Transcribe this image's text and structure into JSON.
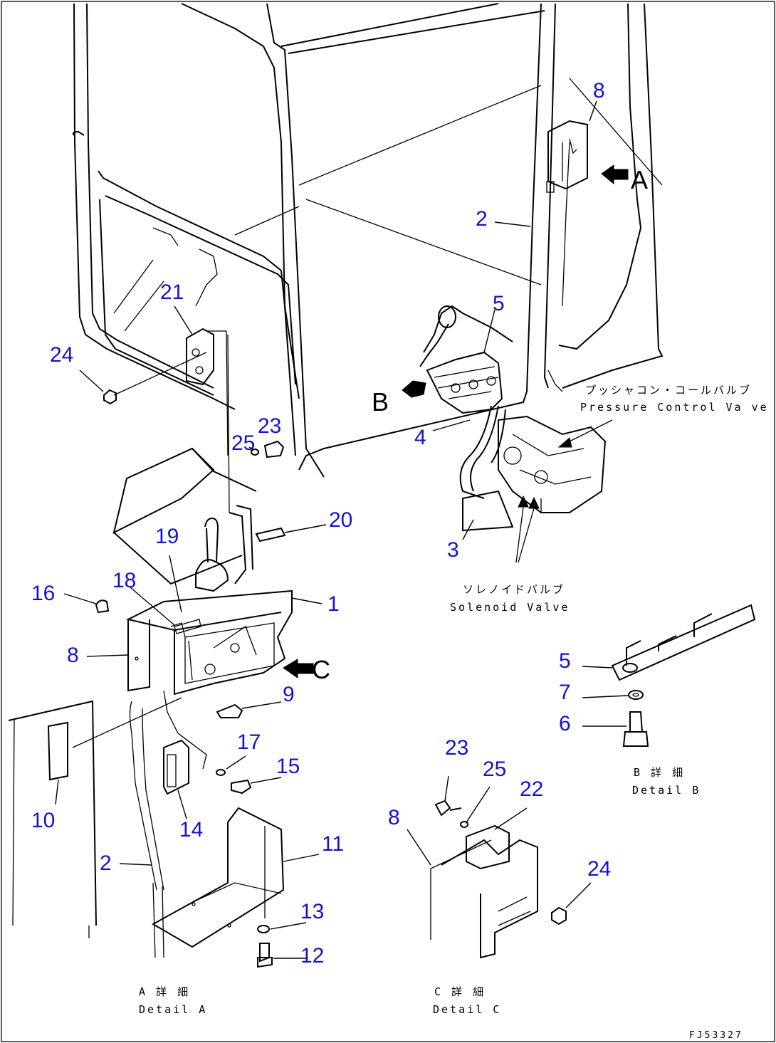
{
  "diagram": {
    "callouts": [
      {
        "id": "c8-top",
        "label": "8"
      },
      {
        "id": "c2-top",
        "label": "2"
      },
      {
        "id": "c5-top",
        "label": "5"
      },
      {
        "id": "c21",
        "label": "21"
      },
      {
        "id": "c24-left",
        "label": "24"
      },
      {
        "id": "c25-top",
        "label": "25"
      },
      {
        "id": "c23-top",
        "label": "23"
      },
      {
        "id": "c4",
        "label": "4"
      },
      {
        "id": "c20",
        "label": "20"
      },
      {
        "id": "c3",
        "label": "3"
      },
      {
        "id": "c19",
        "label": "19"
      },
      {
        "id": "c18",
        "label": "18"
      },
      {
        "id": "c16",
        "label": "16"
      },
      {
        "id": "c1",
        "label": "1"
      },
      {
        "id": "c8-left",
        "label": "8"
      },
      {
        "id": "c9",
        "label": "9"
      },
      {
        "id": "c17",
        "label": "17"
      },
      {
        "id": "c15",
        "label": "15"
      },
      {
        "id": "c10",
        "label": "10"
      },
      {
        "id": "c14",
        "label": "14"
      },
      {
        "id": "c11",
        "label": "11"
      },
      {
        "id": "c2-bottom",
        "label": "2"
      },
      {
        "id": "c13",
        "label": "13"
      },
      {
        "id": "c12",
        "label": "12"
      },
      {
        "id": "c5-detail",
        "label": "5"
      },
      {
        "id": "c7",
        "label": "7"
      },
      {
        "id": "c6",
        "label": "6"
      },
      {
        "id": "c23-detail",
        "label": "23"
      },
      {
        "id": "c25-detail",
        "label": "25"
      },
      {
        "id": "c22",
        "label": "22"
      },
      {
        "id": "c8-detail",
        "label": "8"
      },
      {
        "id": "c24-detail",
        "label": "24"
      }
    ],
    "view_markers": {
      "a": "A",
      "b": "B",
      "c": "C"
    },
    "labels": {
      "pressure_control_jp": "プッシャコン・コールバルブ",
      "pressure_control_en": "Pressure Control Va ve",
      "solenoid_jp": "ソレノイドバルブ",
      "solenoid_en": "Solenoid Valve",
      "detail_a_jp": "A 詳 細",
      "detail_a_en": "Detail A",
      "detail_b_jp": "B 詳 細",
      "detail_b_en": "Detail B",
      "detail_c_jp": "C 詳 細",
      "detail_c_en": "Detail C",
      "drawing_no": "FJ53327"
    },
    "colors": {
      "callout": "#1414c8",
      "line": "#000000",
      "background": "#ffffff"
    }
  }
}
